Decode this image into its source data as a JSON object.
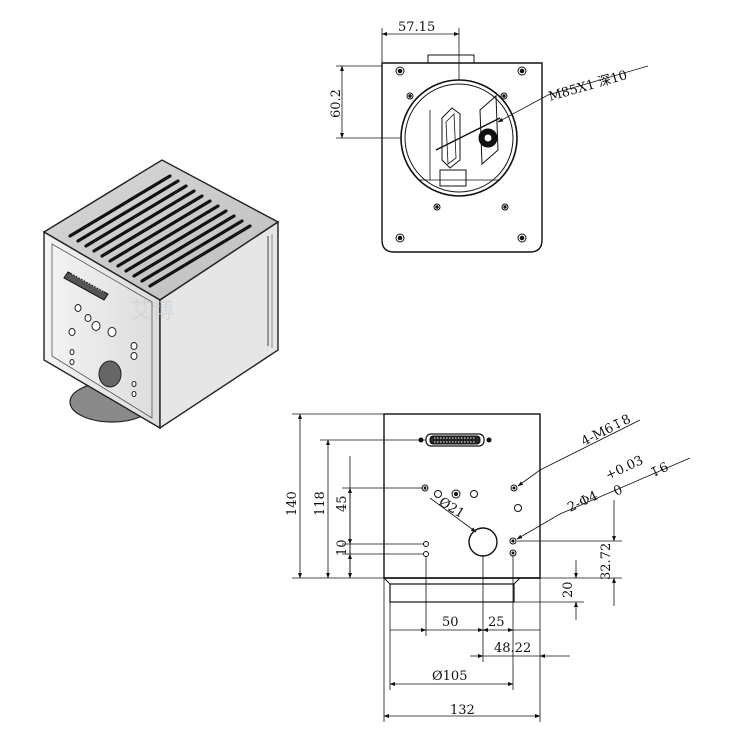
{
  "top_view": {
    "dim_width": "57.15",
    "dim_height": "60.2",
    "thread_callout": "M85X1 深10"
  },
  "front_view": {
    "dim_total_height": "140",
    "dim_port_height": "118",
    "dim_hole_row": "45",
    "dim_lower_spacing": "10",
    "dim_aperture": "Ø21",
    "mount_hole_callout": "4-M6↧8",
    "pin_hole_callout": "2-Φ4",
    "pin_tolerance_upper": "+0.03",
    "pin_tolerance_lower": "0",
    "pin_depth": "↧6",
    "dim_right_height": "32.72",
    "dim_flange_height": "20",
    "dim_50": "50",
    "dim_25": "25",
    "dim_48_22": "48.22",
    "dim_flange_dia": "Ø105",
    "dim_total_width": "132"
  },
  "iso_view": {
    "watermark": "艾博"
  }
}
